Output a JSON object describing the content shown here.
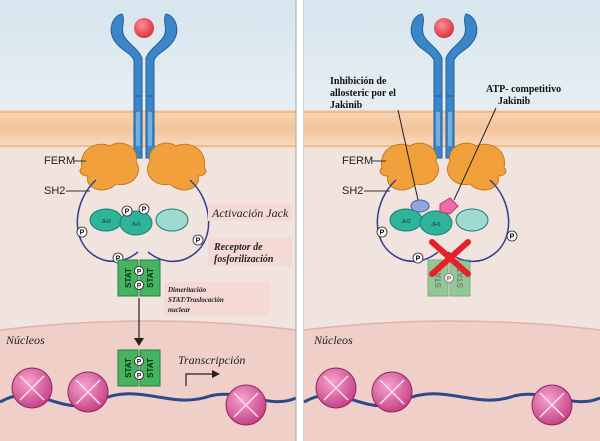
{
  "left_panel": {
    "ferm_label": "FERM",
    "sh2_label": "SH2",
    "activation_label": "Activación Jack",
    "receptor_label_line1": "Receptor de",
    "receptor_label_line2": "fosforilización",
    "dimer_label_line1": "Dimeritación",
    "dimer_label_line2": "STAT/Traslocación",
    "dimer_label_line3": "nuclear",
    "nucleus_label": "Núcleos",
    "transcription_label": "Transcripción"
  },
  "right_panel": {
    "ferm_label": "FERM",
    "sh2_label": "SH2",
    "allosteric_line1": "Inhibición de",
    "allosteric_line2": "allosteric por el",
    "allosteric_line3": "Jakinib",
    "atp_line1": "ATP- competitivo",
    "atp_line2": "Jakinib",
    "nucleus_label": "Núcleos"
  },
  "molecule_labels": {
    "phospho": "P",
    "stat": "STAT",
    "jh2": "JH2",
    "jh1": "JH1"
  },
  "colors": {
    "receptor_blue": "#3a86c8",
    "ligand_red": "#e8394a",
    "ferm_orange": "#f2a03c",
    "jak_teal": "#2fb39a",
    "stat_green": "#45b35f",
    "nucleosome_pink": "#d9579b",
    "inhibit_red": "#e8202a",
    "dna_blue": "#2a4a8c"
  }
}
